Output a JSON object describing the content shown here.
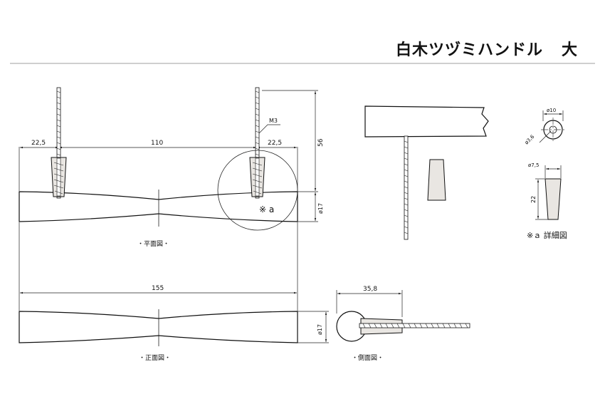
{
  "title": {
    "product": "白木ツヅミハンドル",
    "size": "大"
  },
  "views": {
    "plan": "・平面図・",
    "front": "・正面図・",
    "side": "・側面図・",
    "detail_marker": "※ a",
    "detail_caption": "※ａ 詳細図"
  },
  "dimensions": {
    "left_inset": "22,5",
    "pitch": "110",
    "right_inset": "22,5",
    "screw": "M3",
    "height": "56",
    "plan_thickness": "ø17",
    "length": "155",
    "front_thickness": "ø17",
    "side_depth": "35,8",
    "detail_top_dia": "ø10",
    "detail_hole_dia": "ø3,6",
    "detail_bottom_dia": "ø7,5",
    "detail_height": "22"
  }
}
